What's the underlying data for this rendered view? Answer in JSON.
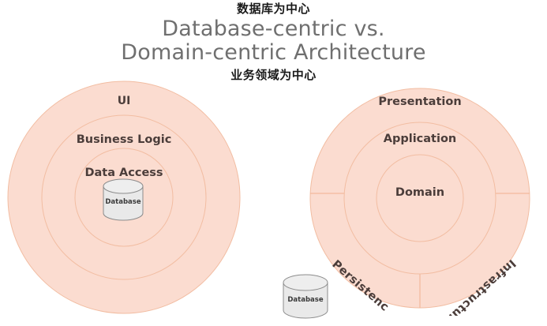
{
  "header": {
    "cn_top": "数据库为中心",
    "title_line1": "Database-centric vs.",
    "title_line2": "Domain-centric Architecture",
    "cn_bottom": "业务领域为中心"
  },
  "colors": {
    "ring_fill": "#fbdcd0",
    "ring_stroke": "#f0b79a",
    "text": "#4b3d3a",
    "title": "#6f6f6f",
    "cn_text": "#1a1a1a",
    "cylinder_fill": "#e8e8e8",
    "cylinder_stroke": "#8a8a8a",
    "background": "#ffffff"
  },
  "left_diagram": {
    "name": "database-centric-architecture",
    "rings": [
      {
        "label": "UI"
      },
      {
        "label": "Business Logic"
      },
      {
        "label": "Data Access"
      }
    ],
    "cylinder": {
      "label": "Database"
    }
  },
  "right_diagram": {
    "name": "domain-centric-architecture",
    "rings": [
      {
        "label": "Presentation"
      },
      {
        "label": "Application"
      },
      {
        "label": "Domain"
      }
    ],
    "outer_segments": [
      {
        "label": "Persistence"
      },
      {
        "label": "Infrastructure"
      }
    ],
    "cylinder": {
      "label": "Database"
    }
  }
}
